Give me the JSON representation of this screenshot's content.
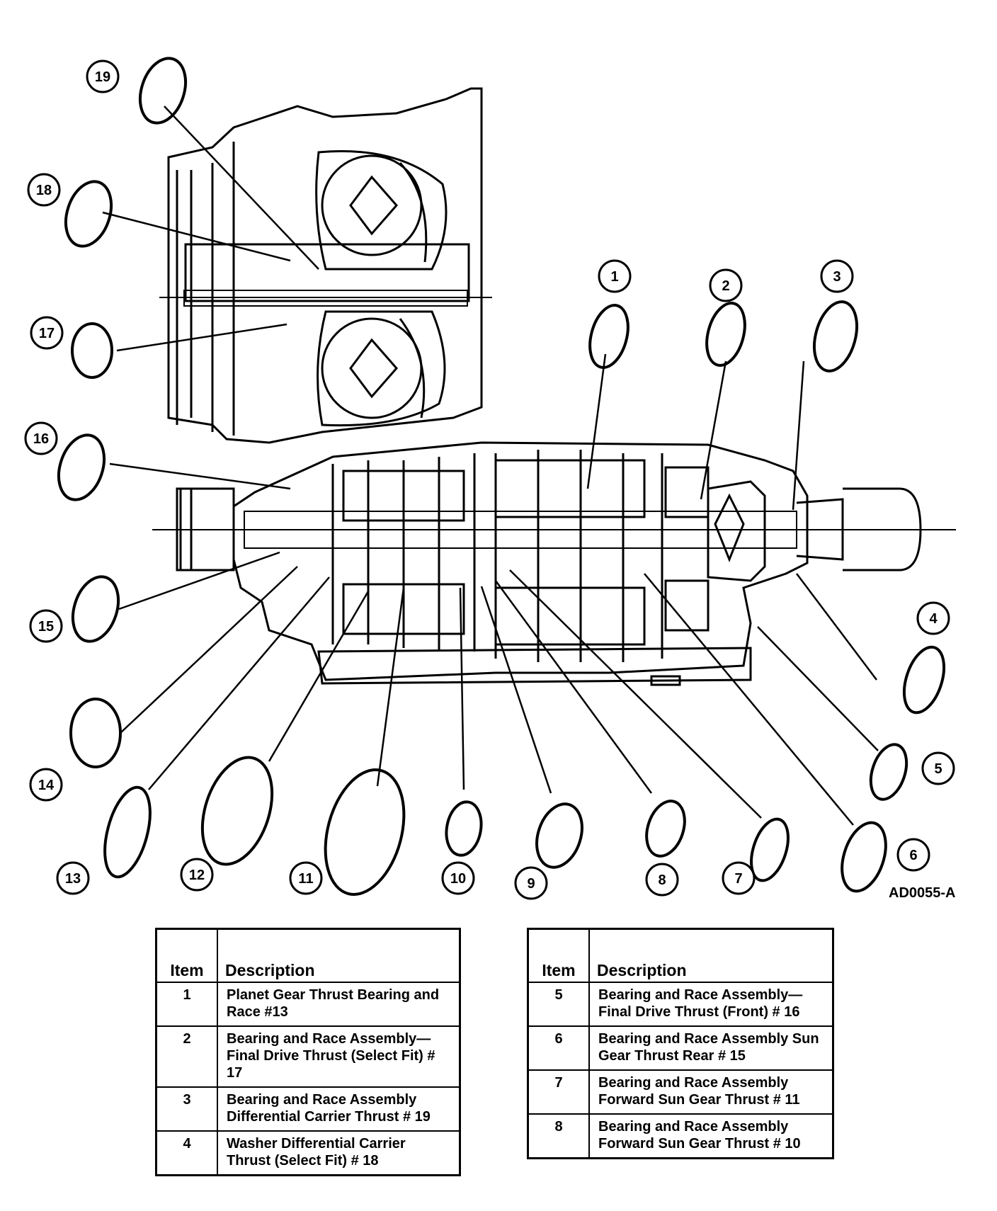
{
  "figure_code": "AD0055-A",
  "callouts": [
    "1",
    "2",
    "3",
    "4",
    "5",
    "6",
    "7",
    "8",
    "9",
    "10",
    "11",
    "12",
    "13",
    "14",
    "15",
    "16",
    "17",
    "18",
    "19"
  ],
  "tables": {
    "left": {
      "headers": {
        "item": "Item",
        "description": "Description"
      },
      "rows": [
        {
          "item": "1",
          "description": "Planet Gear Thrust Bearing and Race #13"
        },
        {
          "item": "2",
          "description": "Bearing and Race Assembly—Final Drive Thrust (Select Fit) # 17"
        },
        {
          "item": "3",
          "description": "Bearing and Race Assembly Differential Carrier Thrust # 19"
        },
        {
          "item": "4",
          "description": "Washer Differential Carrier Thrust (Select Fit) # 18"
        }
      ]
    },
    "right": {
      "headers": {
        "item": "Item",
        "description": "Description"
      },
      "rows": [
        {
          "item": "5",
          "description": "Bearing and Race Assembly—Final Drive Thrust (Front) # 16"
        },
        {
          "item": "6",
          "description": "Bearing and Race Assembly Sun Gear Thrust Rear # 15"
        },
        {
          "item": "7",
          "description": "Bearing and Race Assembly Forward Sun Gear Thrust # 11"
        },
        {
          "item": "8",
          "description": "Bearing and Race Assembly Forward Sun Gear Thrust # 10"
        }
      ]
    }
  }
}
